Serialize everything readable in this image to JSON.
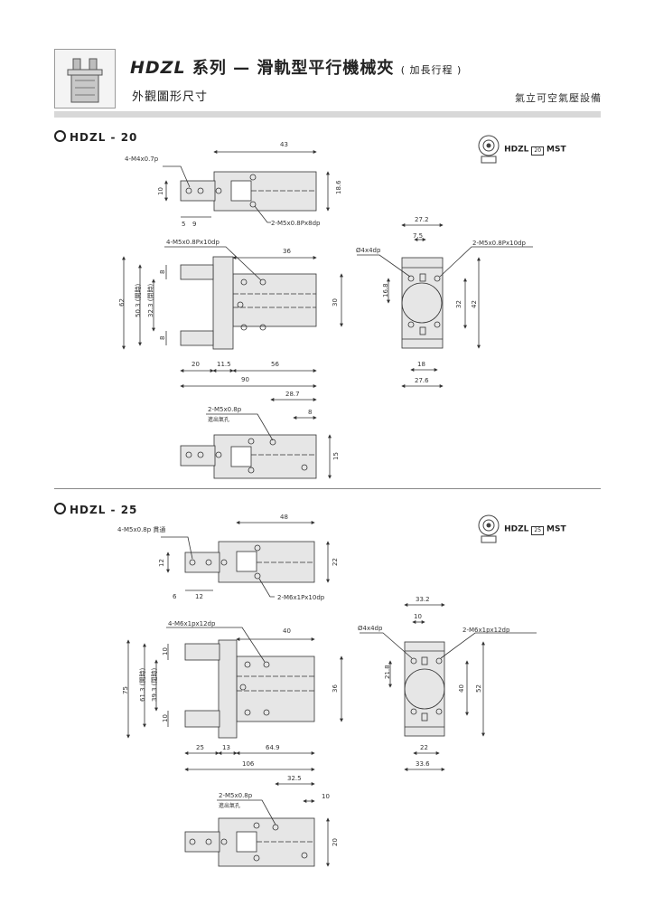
{
  "header": {
    "model": "HDZL",
    "series": "系列",
    "dash": "—",
    "title": "滑軌型平行機械夾",
    "title_note": "( 加長行程 )",
    "subtitle": "外觀圖形尺寸",
    "brand": "氣立可空氣壓設備"
  },
  "sections": [
    {
      "label": "HDZL - 20",
      "code": {
        "prefix": "HDZL",
        "size": "20",
        "suffix": "MST"
      },
      "top_view": {
        "ports": "4-M4x0.7p",
        "port_tap": "2-M5x0.8Px8dp",
        "width": "43",
        "height_left": "10",
        "height_right": "18.6",
        "dim_a": "5",
        "dim_b": "9"
      },
      "front_view": {
        "ports": "4-M5x0.8Px10dp",
        "dim_top": "36",
        "total_h": "62",
        "open_h": "50.3 (開時)",
        "close_h": "32.3 (閉時)",
        "jaw_t1": "8",
        "jaw_t2": "8",
        "body_h": "30",
        "w1": "20",
        "w2": "11.5",
        "w3": "56",
        "total_w": "90"
      },
      "side_view": {
        "hole": "Ø4x4dp",
        "ports": "2-M5x0.8Px10dp",
        "w_top": "27.2",
        "w_pitch": "7.5",
        "h_left": "16.8",
        "h_mid": "32",
        "h_total": "42",
        "w_bot": "18",
        "w_total": "27.6"
      },
      "bottom_view": {
        "port": "2-M5x0.8p",
        "port_note": "進出氣孔",
        "dim_a": "28.7",
        "dim_b": "8",
        "height": "15"
      }
    },
    {
      "label": "HDZL - 25",
      "code": {
        "prefix": "HDZL",
        "size": "25",
        "suffix": "MST"
      },
      "top_view": {
        "ports": "4-M5x0.8p 貫通",
        "port_tap": "2-M6x1Px10dp",
        "width": "48",
        "height_left": "12",
        "height_right": "22",
        "dim_a": "6",
        "dim_b": "12"
      },
      "front_view": {
        "ports": "4-M6x1px12dp",
        "dim_top": "40",
        "total_h": "75",
        "open_h": "61.3 (開時)",
        "close_h": "39.3 (閉時)",
        "jaw_t1": "10",
        "jaw_t2": "10",
        "body_h": "36",
        "w1": "25",
        "w2": "13",
        "w3": "64.9",
        "total_w": "106"
      },
      "side_view": {
        "hole": "Ø4x4dp",
        "ports": "2-M6x1px12dp",
        "w_top": "33.2",
        "w_pitch": "10",
        "h_left": "21.8",
        "h_mid": "40",
        "h_total": "52",
        "w_bot": "22",
        "w_total": "33.6"
      },
      "bottom_view": {
        "port": "2-M5x0.8p",
        "port_note": "進出氣孔",
        "dim_a": "32.5",
        "dim_b": "10",
        "height": "20"
      }
    }
  ]
}
